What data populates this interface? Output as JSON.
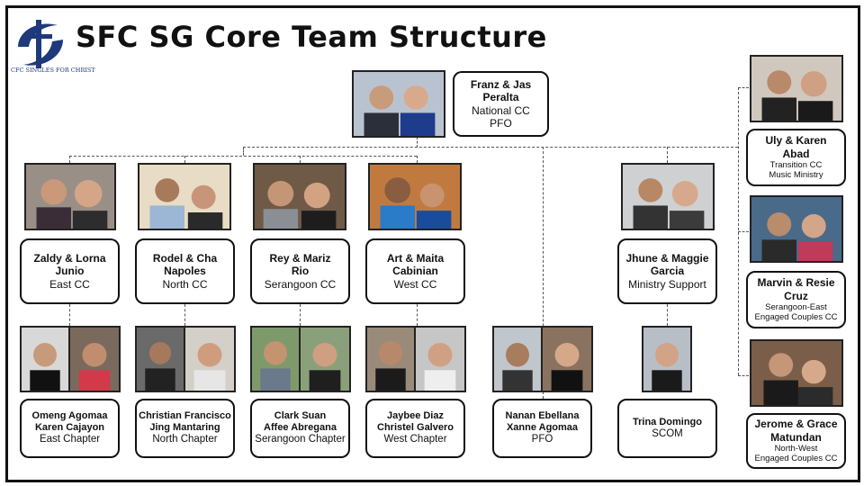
{
  "title": "SFC SG Core Team Structure",
  "logo_text": "CFC SINGLES FOR CHRIST",
  "colors": {
    "border": "#111111",
    "connector": "#555555",
    "logo_blue": "#1f3a7a"
  },
  "top": {
    "name1": "Franz & Jas",
    "name2": "Peralta",
    "role1": "National CC",
    "role2": "PFO"
  },
  "area_leaders": [
    {
      "name1": "Zaldy & Lorna",
      "name2": "Junio",
      "role": "East CC"
    },
    {
      "name1": "Rodel & Cha",
      "name2": "Napoles",
      "role": "North CC"
    },
    {
      "name1": "Rey & Mariz",
      "name2": "Rio",
      "role": "Serangoon CC"
    },
    {
      "name1": "Art & Maita",
      "name2": "Cabinian",
      "role": "West CC"
    },
    {
      "name1": "Jhune & Maggie",
      "name2": "Garcia",
      "role": "Ministry Support"
    }
  ],
  "chapter_leaders": [
    {
      "name1": "Omeng Agomaa",
      "name2": "Karen Cajayon",
      "role": "East Chapter"
    },
    {
      "name1": "Christian Francisco",
      "name2": "Jing Mantaring",
      "role": "North Chapter"
    },
    {
      "name1": "Clark Suan",
      "name2": "Affee Abregana",
      "role": "Serangoon Chapter"
    },
    {
      "name1": "Jaybee Diaz",
      "name2": "Christel Galvero",
      "role": "West Chapter"
    },
    {
      "name1": "Nanan Ebellana",
      "name2": "Xanne Agomaa",
      "role": "PFO"
    },
    {
      "name1": "Trina Domingo",
      "name2": "",
      "role": "SCOM"
    }
  ],
  "right_column": [
    {
      "name1": "Uly & Karen",
      "name2": "Abad",
      "role1": "Transition CC",
      "role2": "Music Ministry"
    },
    {
      "name1": "Marvin & Resie",
      "name2": "Cruz",
      "role1": "Serangoon-East",
      "role2": "Engaged Couples CC"
    },
    {
      "name1": "Jerome & Grace",
      "name2": "Matundan",
      "role1": "North-West",
      "role2": "Engaged Couples CC"
    }
  ]
}
